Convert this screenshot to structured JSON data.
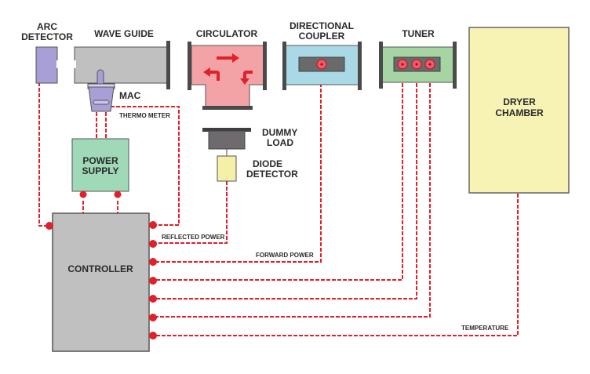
{
  "diagram": {
    "title": "Microwave Dryer System Block Diagram",
    "components": {
      "arc_detector": {
        "label_line1": "ARC",
        "label_line2": "DETECTOR",
        "color": "#a79fd6"
      },
      "wave_guide": {
        "label": "WAVE GUIDE",
        "color": "#c0c0c0"
      },
      "mac": {
        "label": "MAC",
        "color": "#a79fd6"
      },
      "circulator": {
        "label": "CIRCULATOR",
        "color": "#f3a3a6",
        "arrow_color": "#e0202a"
      },
      "directional_coupler": {
        "label_line1": "DIRECTIONAL",
        "label_line2": "COUPLER",
        "color": "#a9d9e6"
      },
      "tuner": {
        "label": "TUNER",
        "color": "#a6d4a3"
      },
      "dryer_chamber": {
        "label_line1": "DRYER",
        "label_line2": "CHAMBER",
        "color": "#f7f3b4"
      },
      "dummy_load": {
        "label_line1": "DUMMY",
        "label_line2": "LOAD",
        "color": "#6e6a6e"
      },
      "diode_detector": {
        "label_line1": "DIODE",
        "label_line2": "DETECTOR",
        "color": "#f5f0a8"
      },
      "power_supply": {
        "label_line1": "POWER",
        "label_line2": "SUPPLY",
        "color": "#9fd9b8"
      },
      "controller": {
        "label": "CONTROLLER",
        "color": "#c0c0c0"
      }
    },
    "signal_labels": {
      "thermo_meter": "THERMO METER",
      "reflected_power": "REFLECTED POWER",
      "forward_power": "FORWARD POWER",
      "temperature": "TEMPERATURE"
    },
    "wire_color": "#e0202a"
  }
}
